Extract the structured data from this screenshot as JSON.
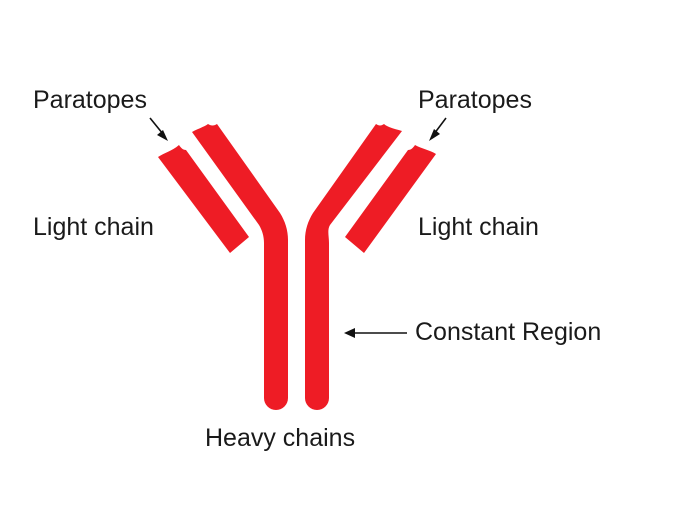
{
  "colors": {
    "chain": "#ee1c25",
    "text": "#1a1a1a",
    "arrow": "#111111",
    "background": "#ffffff"
  },
  "labels": {
    "paratopes_left": "Paratopes",
    "paratopes_right": "Paratopes",
    "light_chain_left": "Light chain",
    "light_chain_right": "Light chain",
    "constant_region": "Constant Region",
    "heavy_chains": "Heavy chains"
  }
}
